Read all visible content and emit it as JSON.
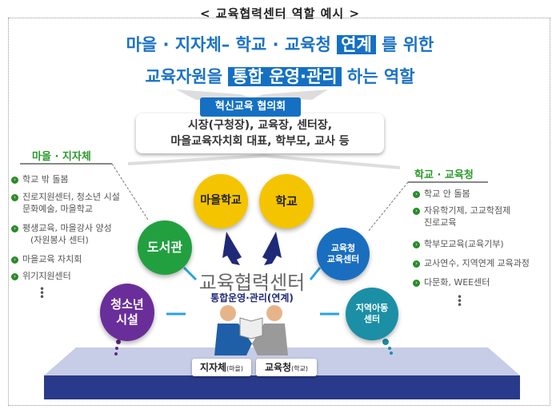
{
  "title": "< 교육협력센터 역할 예시 >",
  "headline": {
    "line1_pre": "마을 · 지자체– 학교 · 교육청 ",
    "line1_box": "연계",
    "line1_post": " 를 위한",
    "line2_pre": "교육자원을 ",
    "line2_box": "통합 운영·관리",
    "line2_post": " 하는 역할"
  },
  "council": {
    "tag": "혁신교육 협의회",
    "line1": "시장(구청장), 교육장, 센터장,",
    "line2": "마을교육자치회 대표, 학부모, 교사 등"
  },
  "left": {
    "heading": "마을 · 지자체",
    "items": [
      "학교 밖 돌봄",
      "진로지원센터, 청소년 시설",
      "문화예술, 마을학교",
      "평생교육, 마을강사 양성",
      "(자원봉사 센터)",
      "마을교육 자치회",
      "위기지원센터"
    ]
  },
  "right": {
    "heading": "학교 · 교육청",
    "items": [
      "학교 안 돌봄",
      "자유학기제, 고교학점제",
      "진로교육",
      "학부모교육(교육기부)",
      "교사연수, 지역연계 교육과정",
      "다문화, WEE센터"
    ]
  },
  "circles": {
    "village_school": "마을학교",
    "school": "학교",
    "library": "도서관",
    "edu_office_l1": "교육청",
    "edu_office_l2": "교육센터",
    "youth_l1": "청소년",
    "youth_l2": "시설",
    "child_l1": "지역아동",
    "child_l2": "센터"
  },
  "center": {
    "title": "교육협력센터",
    "sub": "통합운영·관리(연계)"
  },
  "platform": {
    "left_main": "지자체",
    "left_sub": "(마을)",
    "right_main": "교육청",
    "right_sub": "(학교)"
  },
  "colors": {
    "blue": "#1570c3",
    "green": "#2a9a2a",
    "yellow": "#f5c400",
    "purple": "#6a2e9a",
    "teal": "#1b8fa6",
    "navy": "#1e2a78"
  }
}
